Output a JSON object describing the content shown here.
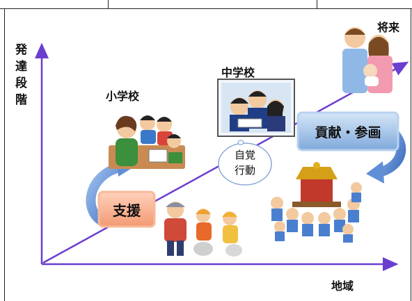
{
  "axes": {
    "y_label": "発達段階",
    "x_label": "地域"
  },
  "stages": {
    "elementary": "小学校",
    "junior_high": "中学校",
    "future": "将来"
  },
  "boxes": {
    "support": "支援",
    "contribution": "貢献・参画"
  },
  "bubble": {
    "line1": "自覚",
    "line2": "行動"
  },
  "colors": {
    "axis": "#6a3fcf",
    "support_box": "#f4a07a",
    "contribution_box": "#8fb8e6",
    "arrow": "#5f8fd6"
  }
}
